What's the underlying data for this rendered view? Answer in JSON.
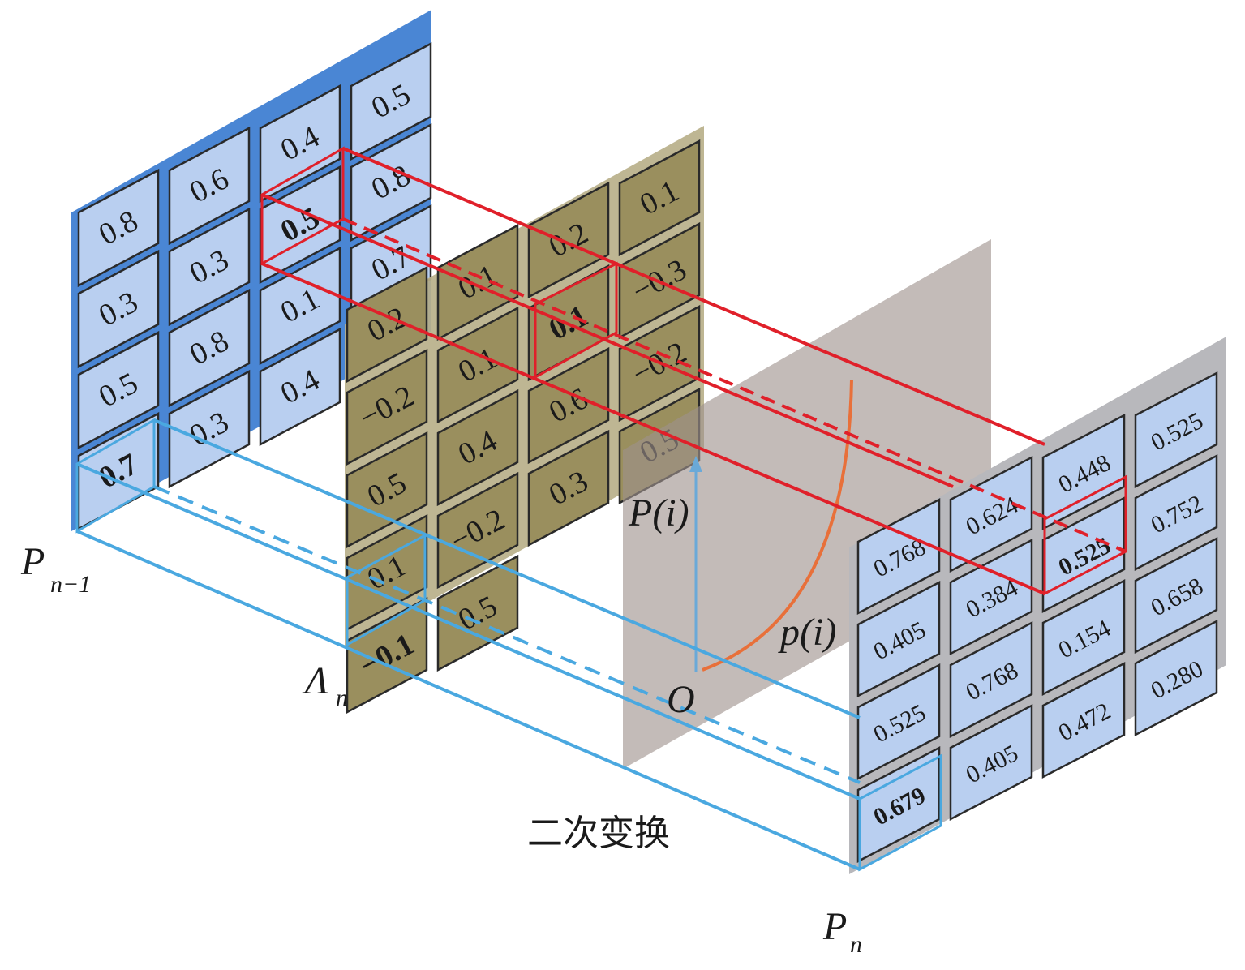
{
  "layers": {
    "prev": {
      "label_main": "P",
      "label_sub": "n−1",
      "colors": {
        "panel": "#4a86d4",
        "cell": "#b9cff0",
        "border": "#2a2a2a"
      },
      "cells": [
        [
          "0.8",
          "0.6",
          "0.4",
          "0.5"
        ],
        [
          "0.3",
          "0.3",
          "0.5",
          "0.8"
        ],
        [
          "0.5",
          "0.8",
          "0.1",
          "0.7"
        ],
        [
          "0.7",
          "0.3",
          "0.4",
          ""
        ]
      ],
      "highlight_red": "0.5",
      "highlight_blue": "0.7"
    },
    "lambda": {
      "label_main": "Λ",
      "label_sub": "n",
      "colors": {
        "panel": "#b8b08a",
        "cell": "#9a8f5e",
        "border": "#2a2a2a"
      },
      "cells": [
        [
          "0.2",
          "0.1",
          "0.2",
          "0.1"
        ],
        [
          "−0.2",
          "0.1",
          "0.1",
          "−0.3"
        ],
        [
          "0.5",
          "0.4",
          "0.6",
          "−0.2"
        ],
        [
          "0.1",
          "−0.2",
          "0.3",
          "0.5"
        ],
        [
          "−0.1",
          "0.5",
          "",
          ""
        ]
      ],
      "highlight_red": "0.1",
      "highlight_blue": "−0.1"
    },
    "next": {
      "label_main": "P",
      "label_sub": "n",
      "colors": {
        "panel": "#b8b8bc",
        "cell": "#b9cff0",
        "border": "#2a2a2a"
      },
      "cells": [
        [
          "0.768",
          "0.624",
          "0.448",
          "0.525"
        ],
        [
          "0.405",
          "0.384",
          "0.525",
          "0.752"
        ],
        [
          "0.525",
          "0.768",
          "0.154",
          "0.658"
        ],
        [
          "0.679",
          "0.405",
          "0.472",
          "0.280"
        ]
      ],
      "highlight_red": "0.525",
      "highlight_blue": "0.679"
    }
  },
  "transform_plane": {
    "y_label": "P(i)",
    "curve_label": "p(i)",
    "origin_label": "O",
    "colors": {
      "plane": "#9e928c",
      "axis": "#6aa9d8",
      "curve": "#e8703a"
    }
  },
  "caption": "二次变换",
  "link_colors": {
    "red": "#e0202a",
    "blue": "#4aa8e0"
  }
}
